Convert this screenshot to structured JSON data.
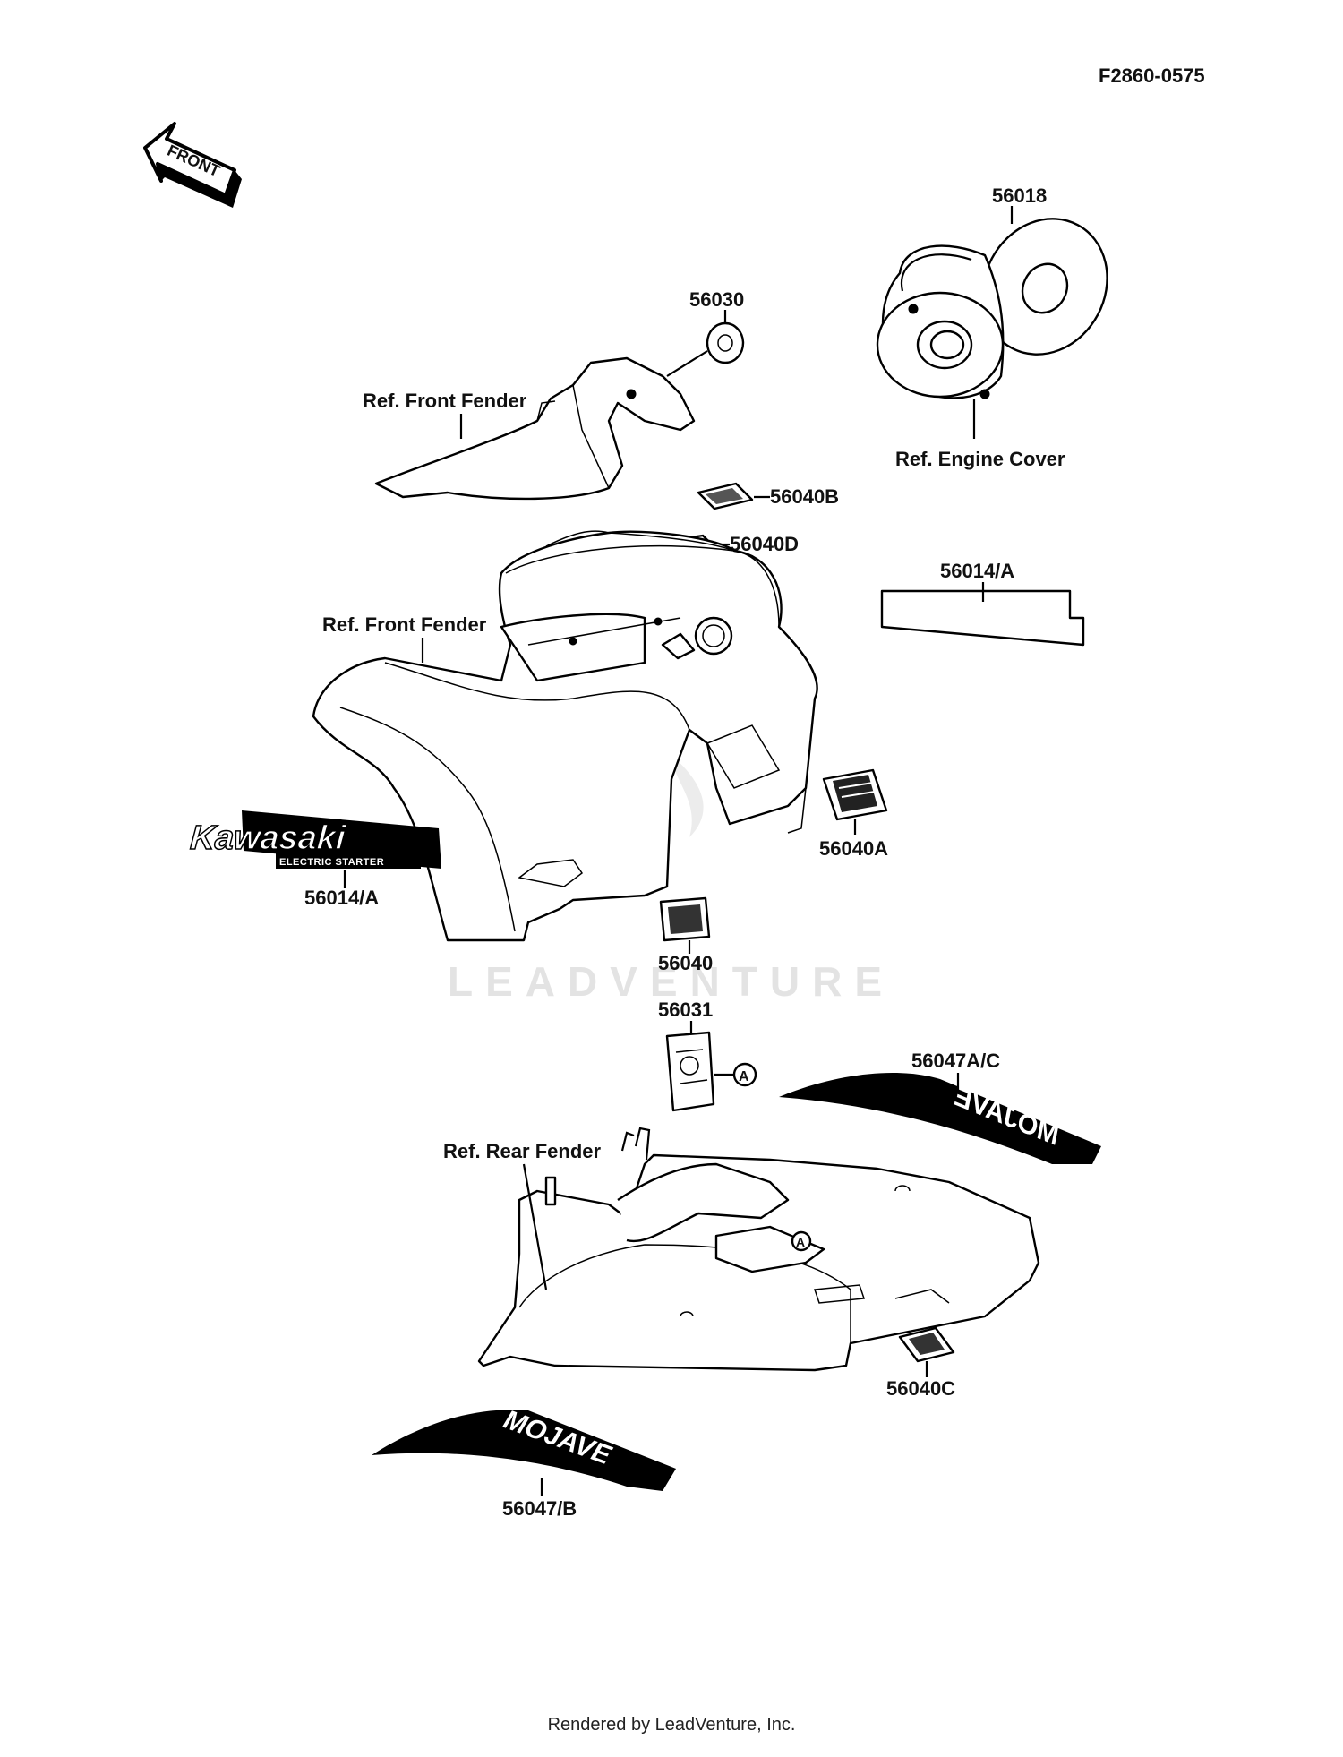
{
  "diagram_code": "F2860-0575",
  "front_arrow_label": "FRONT",
  "watermark": "LEADVENTURE",
  "footer": "Rendered by LeadVenture, Inc.",
  "reference_labels": {
    "front_fender_top": "Ref. Front Fender",
    "front_fender_main": "Ref. Front Fender",
    "engine_cover": "Ref. Engine Cover",
    "rear_fender": "Ref. Rear Fender"
  },
  "parts": {
    "p56018": "56018",
    "p56030": "56030",
    "p56040B": "56040B",
    "p56040D": "56040D",
    "p56014A_right": "56014/A",
    "p56014A_left": "56014/A",
    "p56040A": "56040A",
    "p56040": "56040",
    "p56031": "56031",
    "p56047AC": "56047A/C",
    "p56040C": "56040C",
    "p56047B": "56047/B"
  },
  "callout_marker": "A",
  "decals": {
    "kawasaki_logo": "Kawasaki",
    "kawasaki_sub": "ELECTRIC STARTER",
    "mojave": "MOJAVE"
  }
}
